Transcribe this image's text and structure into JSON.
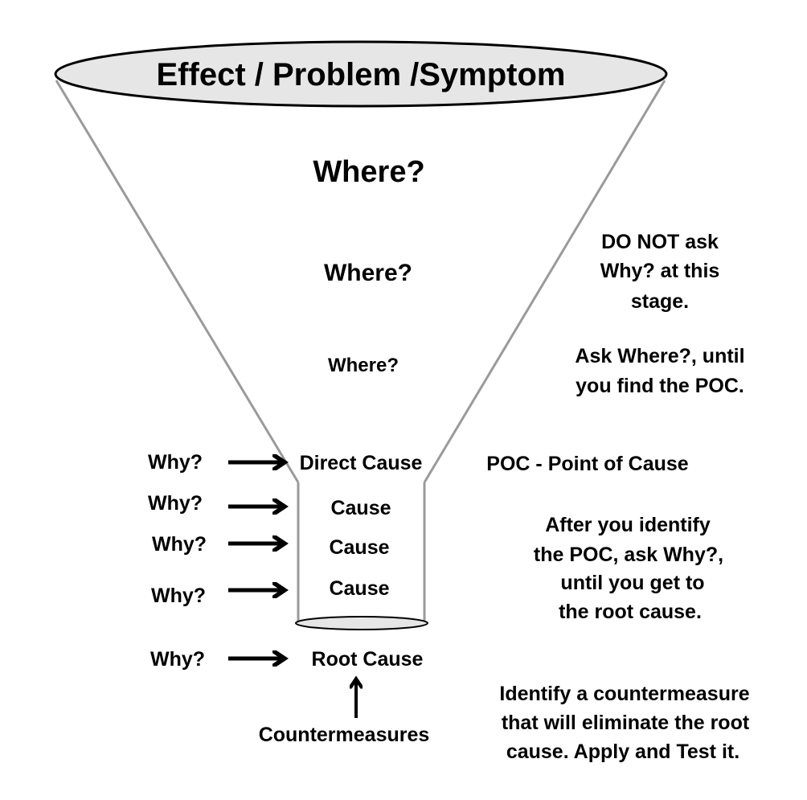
{
  "title": "Effect / Problem /Symptom",
  "where_questions": [
    "Where?",
    "Where?",
    "Where?"
  ],
  "causes": [
    "Direct Cause",
    "Cause",
    "Cause",
    "Cause",
    "Root Cause"
  ],
  "why_labels": [
    "Why?",
    "Why?",
    "Why?",
    "Why?",
    "Why?"
  ],
  "countermeasures_label": "Countermeasures",
  "poc_label": "POC - Point of Cause",
  "notes": {
    "do_not_ask": [
      "DO NOT ask",
      "Why? at this",
      "stage."
    ],
    "ask_where": [
      "Ask Where?, until",
      "you find the POC."
    ],
    "after_poc": [
      "After you identify",
      "the POC, ask Why?,",
      "until you get to",
      "the root cause."
    ],
    "identify": [
      "Identify a countermeasure",
      "that will eliminate the root",
      "cause. Apply and Test it."
    ]
  },
  "colors": {
    "ellipse_fill": "#e6e6e6",
    "funnel_line": "#9a9a9a",
    "text": "#000000"
  },
  "icons": {
    "arrow": "right-arrow-icon",
    "up_arrow": "up-arrow-icon"
  }
}
